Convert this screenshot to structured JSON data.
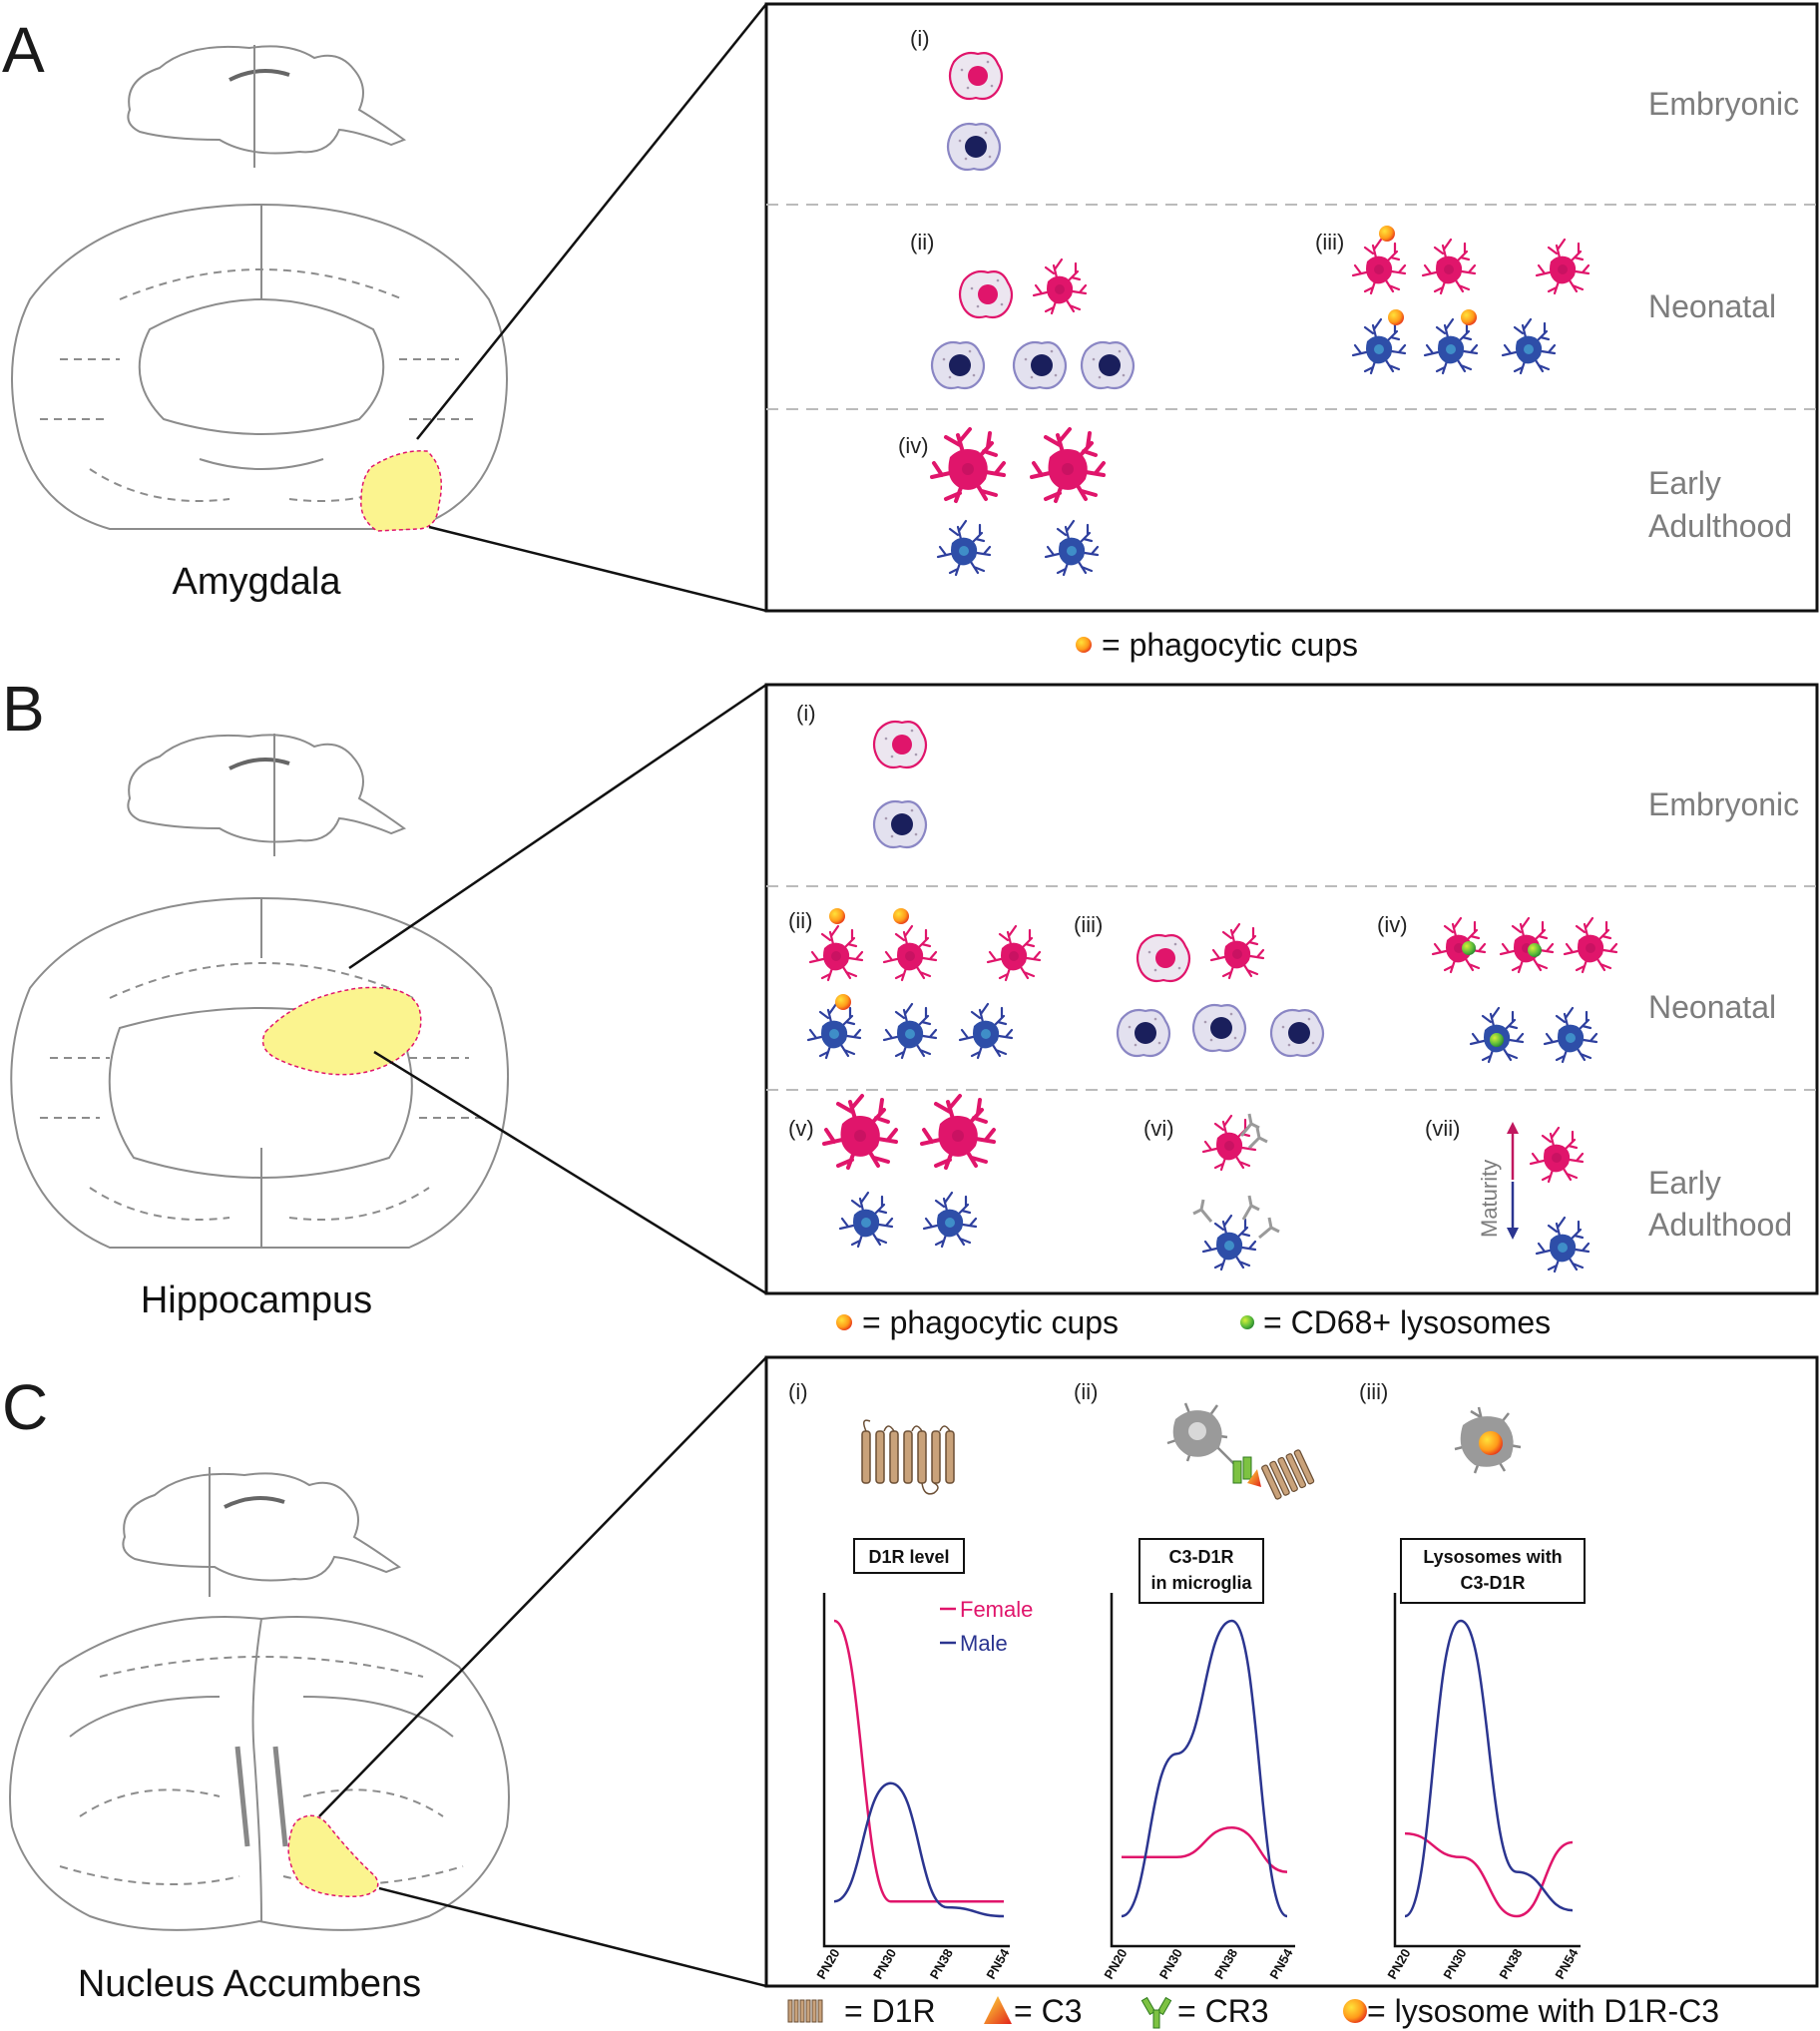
{
  "panels": {
    "A": {
      "letter": "A",
      "region": "Amygdala",
      "stages": [
        "Embryonic",
        "Neonatal",
        "Early",
        "Adulthood"
      ],
      "tags": [
        "(i)",
        "(ii)",
        "(iii)",
        "(iv)"
      ],
      "legend": [
        {
          "icon": "phagocytic-cup",
          "text": "= phagocytic cups"
        }
      ]
    },
    "B": {
      "letter": "B",
      "region": "Hippocampus",
      "stages": [
        "Embryonic",
        "Neonatal",
        "Early",
        "Adulthood"
      ],
      "tags": [
        "(i)",
        "(ii)",
        "(iii)",
        "(iv)",
        "(v)",
        "(vi)",
        "(vii)"
      ],
      "maturity_label": "Maturity",
      "legend": [
        {
          "icon": "phagocytic-cup",
          "text": "= phagocytic cups"
        },
        {
          "icon": "cd68-lysosome",
          "text": "= CD68+ lysosomes"
        }
      ]
    },
    "C": {
      "letter": "C",
      "region": "Nucleus Accumbens",
      "tags": [
        "(i)",
        "(ii)",
        "(iii)"
      ],
      "legend": [
        {
          "icon": "d1r",
          "text": "= D1R"
        },
        {
          "icon": "c3",
          "text": "= C3"
        },
        {
          "icon": "cr3",
          "text": "= CR3"
        },
        {
          "icon": "lysosome-d1r-c3",
          "text": "= lysosome with D1R-C3"
        }
      ]
    }
  },
  "colors": {
    "female": "#e0156b",
    "male": "#2b3590",
    "male_cell": "#2e4ea8",
    "region_highlight": "#fbf48f",
    "outline_gray": "#8c8c8c",
    "label_gray": "#7d7d7d"
  },
  "chart_data": [
    {
      "type": "line",
      "title": "D1R level",
      "categories": [
        "PN20",
        "PN30",
        "PN38",
        "PN54"
      ],
      "series": [
        {
          "name": "Female",
          "values": [
            1.0,
            0.05,
            0.05,
            0.05
          ]
        },
        {
          "name": "Male",
          "values": [
            0.05,
            0.45,
            0.03,
            0.0
          ]
        }
      ]
    },
    {
      "type": "line",
      "title": "C3-D1R in microglia",
      "categories": [
        "PN20",
        "PN30",
        "PN38",
        "PN54"
      ],
      "series": [
        {
          "name": "Female",
          "values": [
            0.2,
            0.2,
            0.3,
            0.15
          ]
        },
        {
          "name": "Male",
          "values": [
            0.0,
            0.55,
            1.0,
            0.0
          ]
        }
      ]
    },
    {
      "type": "line",
      "title": "Lysosomes with C3-D1R",
      "categories": [
        "PN20",
        "PN30",
        "PN38",
        "PN54"
      ],
      "series": [
        {
          "name": "Female",
          "values": [
            0.28,
            0.2,
            0.0,
            0.25
          ]
        },
        {
          "name": "Male",
          "values": [
            0.0,
            1.0,
            0.15,
            0.02
          ]
        }
      ]
    }
  ]
}
